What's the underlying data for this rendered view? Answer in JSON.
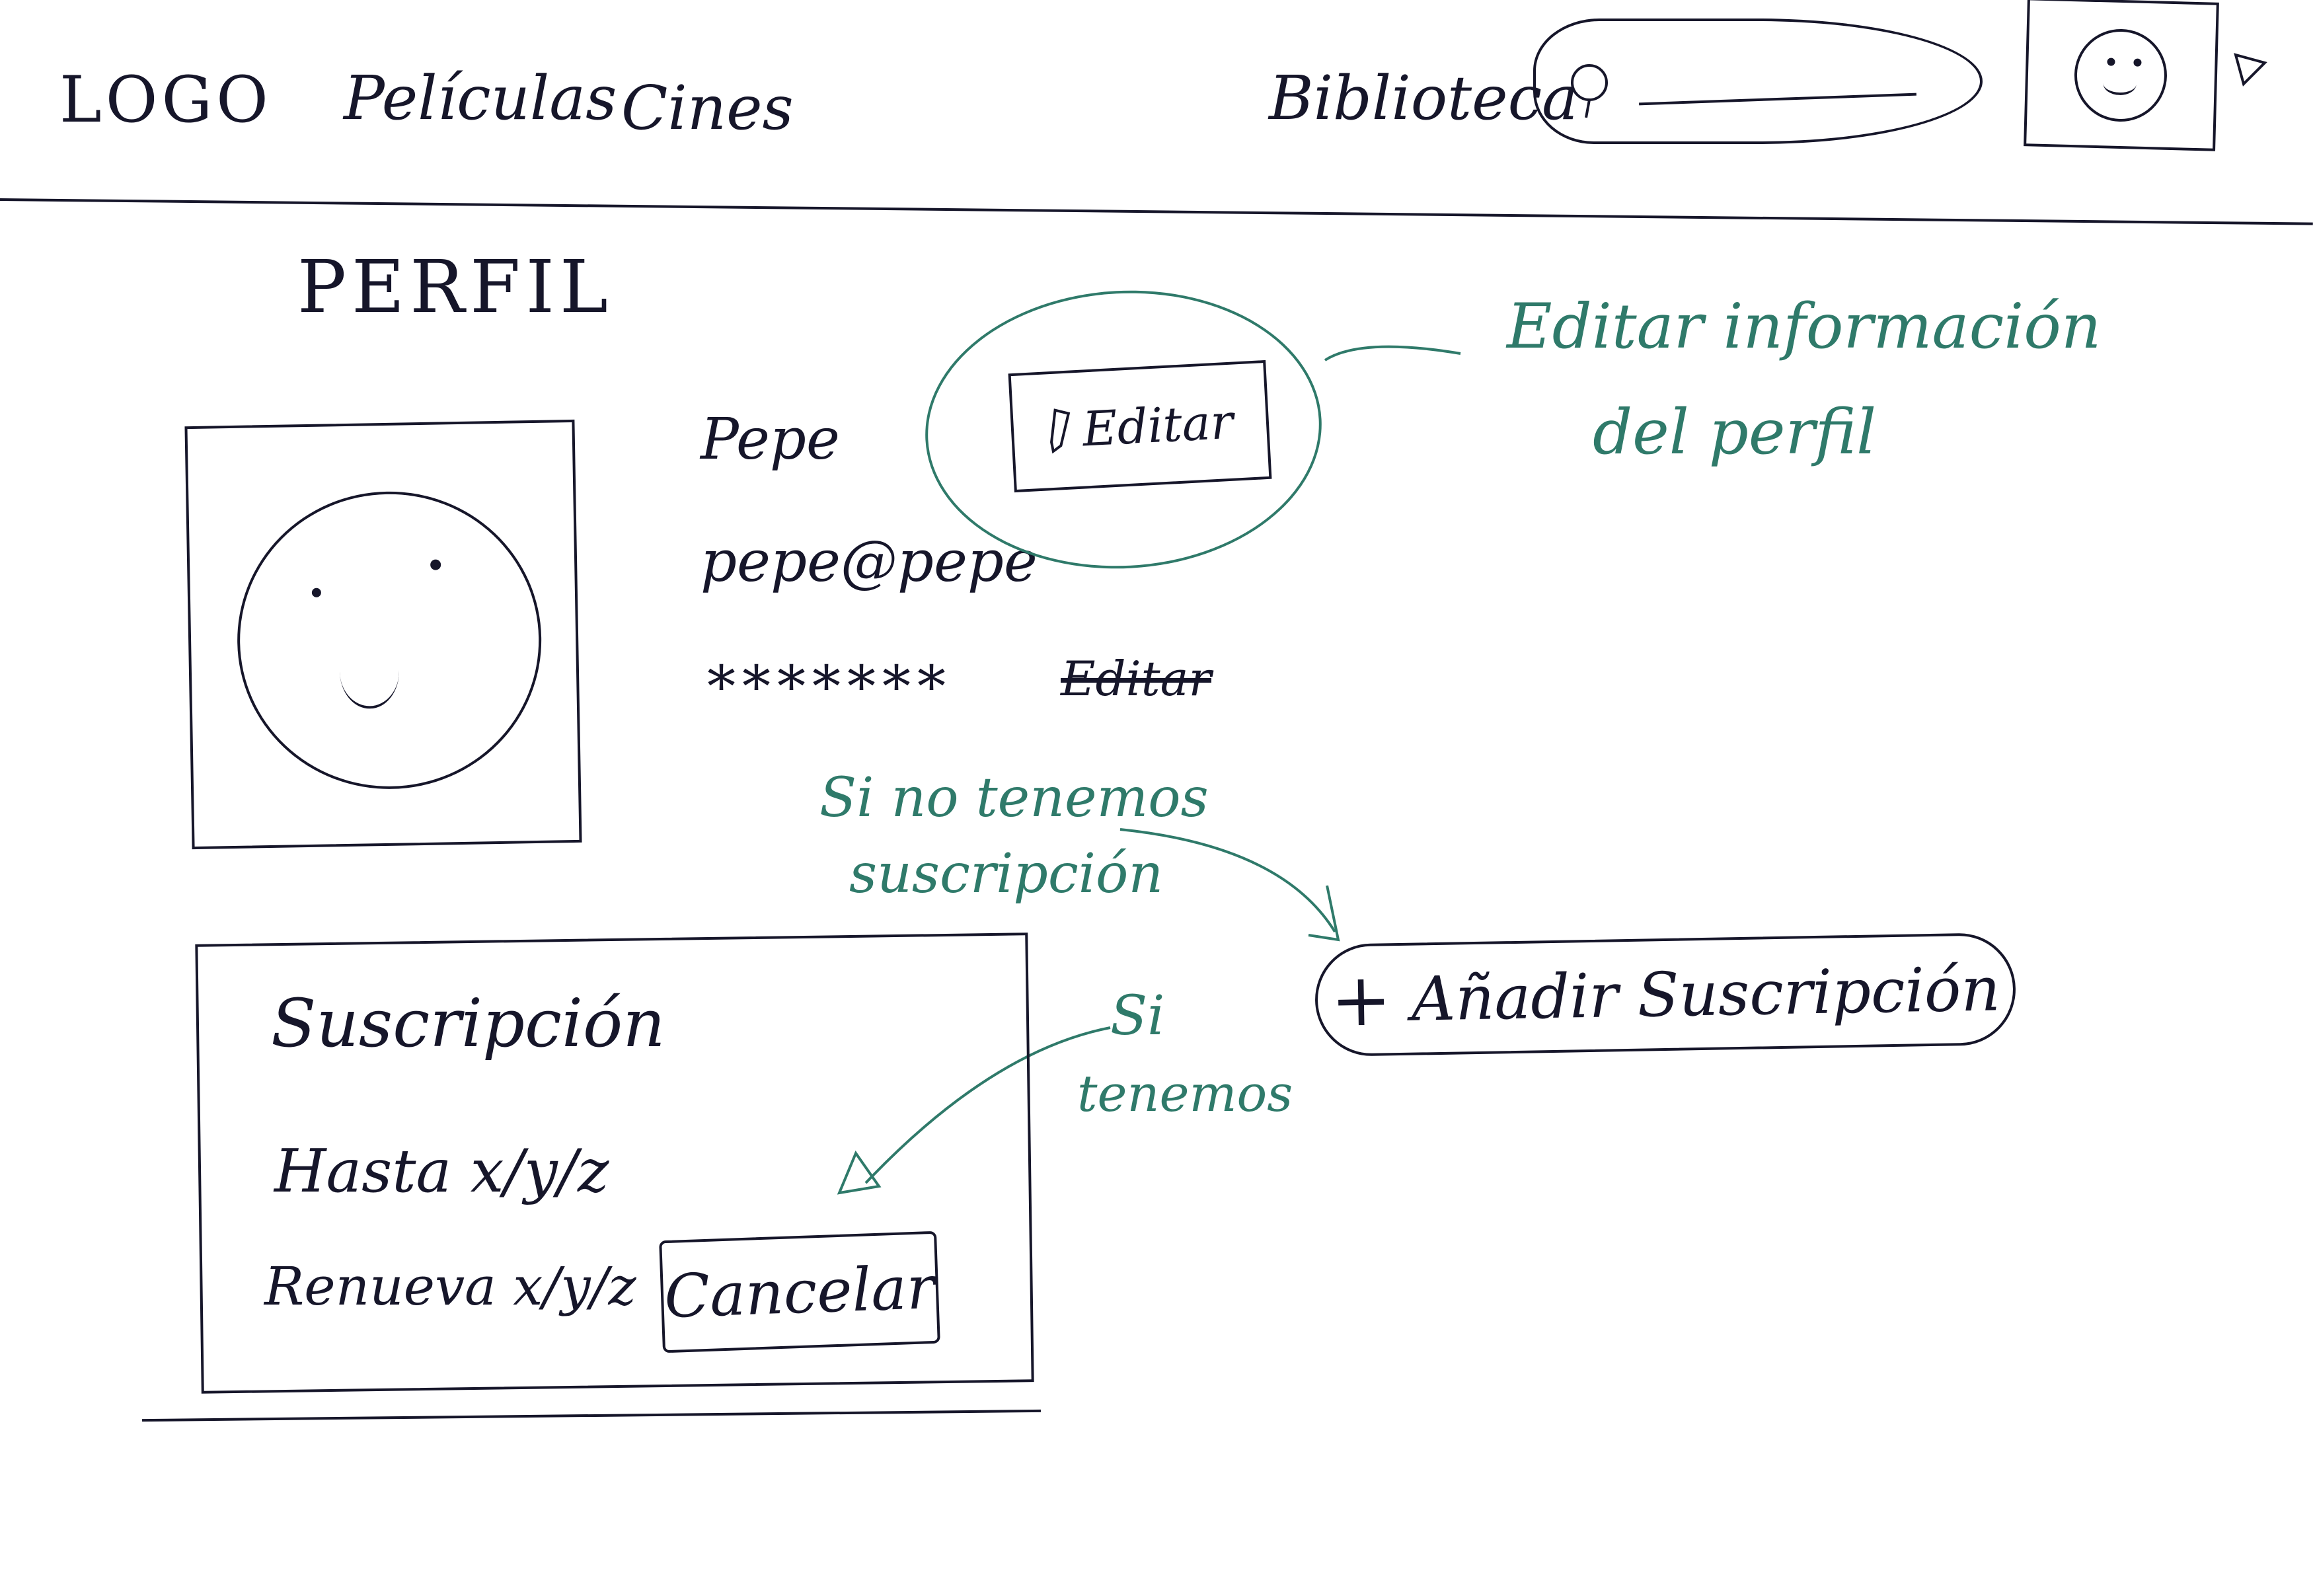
{
  "header": {
    "logo": "LOGO",
    "nav": [
      "Películas",
      "Cines",
      "Biblioteca"
    ],
    "icons": {
      "search": "search-icon",
      "avatar": "smiley-face-icon",
      "dropdown": "caret-icon"
    }
  },
  "page": {
    "title": "PERFIL"
  },
  "profile": {
    "name": "Pepe",
    "email": "pepe@pepe",
    "password": "*******",
    "struck_text": "Editar",
    "edit_button_label": "Editar",
    "edit_icon": "pencil-icon"
  },
  "annotations": {
    "edit_note_line1": "Editar información",
    "edit_note_line2": "del perfil",
    "no_sub_line1": "Si no tenemos",
    "no_sub_line2": "suscripción",
    "has_sub_line1": "Si",
    "has_sub_line2": "tenemos"
  },
  "subscription": {
    "title": "Suscripción",
    "until": "Hasta x/y/z",
    "renew": "Renueva x/y/z",
    "cancel_label": "Cancelar"
  },
  "add_subscription": {
    "plus": "+",
    "label": "Añadir Suscripción"
  },
  "colors": {
    "ink": "#16162a",
    "annotation": "#2f7a6a",
    "background": "#ffffff"
  }
}
